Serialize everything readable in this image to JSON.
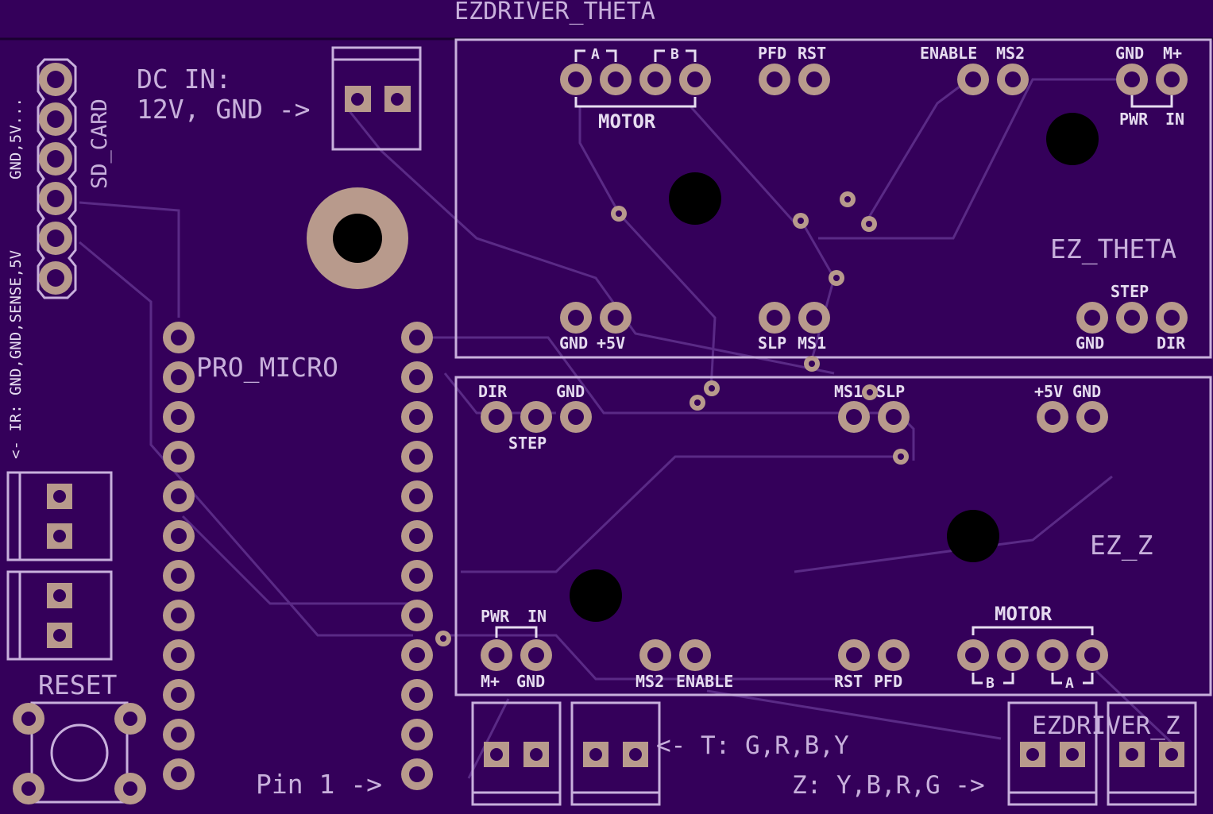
{
  "colors": {
    "background": "#34005a",
    "silkscreen": "#c8b0dc",
    "label": "#e6dcf0",
    "trace": "#5a2a86",
    "copper": "#b89a8c",
    "copper_dark": "#7a5a4a",
    "hole": "#000000"
  },
  "board": {
    "top_title": "EZDRIVER_THETA",
    "bottom_title": "EZDRIVER_Z"
  },
  "sd_card": {
    "label": "SD_CARD",
    "side_label_1": "GND,5V...",
    "side_label_2": "<- IR: GND,GND,SENSE,5V"
  },
  "dc_in": {
    "line1": "DC IN:",
    "line2": "12V, GND ->"
  },
  "pro_micro": {
    "label": "PRO_MICRO",
    "pin1_label": "Pin 1 ->"
  },
  "reset": {
    "label": "RESET"
  },
  "theta_driver": {
    "module_label": "EZ_THETA",
    "motor": "MOTOR",
    "a": "A",
    "b": "B",
    "pfd": "PFD",
    "rst": "RST",
    "enable": "ENABLE",
    "ms2": "MS2",
    "gnd_top": "GND",
    "m_plus": "M+",
    "pwr": "PWR",
    "in": "IN",
    "gnd_bottom": "GND",
    "plus5v": "+5V",
    "slp": "SLP",
    "ms1": "MS1",
    "step": "STEP",
    "gnd_step": "GND",
    "dir": "DIR"
  },
  "z_driver": {
    "module_label": "EZ_Z",
    "dir": "DIR",
    "gnd": "GND",
    "step": "STEP",
    "ms1": "MS1",
    "slp": "SLP",
    "plus5v": "+5V",
    "gnd_top_right": "GND",
    "pwr": "PWR",
    "in": "IN",
    "m_plus": "M+",
    "gnd_pwr": "GND",
    "ms2": "MS2",
    "enable": "ENABLE",
    "rst": "RST",
    "pfd": "PFD",
    "motor": "MOTOR",
    "b": "B",
    "a": "A"
  },
  "motor_notes": {
    "theta": "<- T: G,R,B,Y",
    "z": "Z: Y,B,R,G ->"
  }
}
